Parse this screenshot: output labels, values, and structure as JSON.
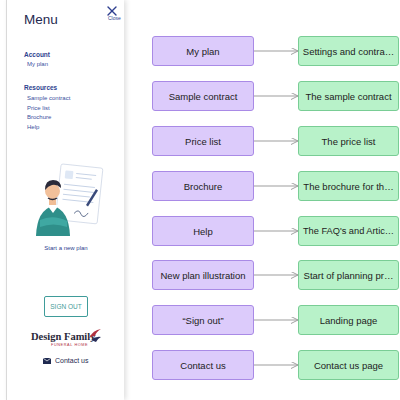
{
  "diagram": {
    "nodes": [
      {
        "text": [
          "Menu",
          "Close",
          "Account",
          "My plan",
          "Resources",
          "Sample contract",
          "Price list",
          "Brochure",
          "Help",
          "Start a new plan",
          "Design Family",
          "FUNERAL HOME",
          "Contact us"
        ]
      },
      {
        "text": [
          "SIGN OUT"
        ],
        "in": 0
      },
      {
        "text": [
          "My plan"
        ]
      },
      {
        "text": [
          "Settings and contra…"
        ]
      },
      {
        "text": [
          "Sample contract"
        ]
      },
      {
        "text": [
          "The sample contract"
        ]
      },
      {
        "text": [
          "Price list"
        ]
      },
      {
        "text": [
          "The price list"
        ]
      },
      {
        "text": [
          "Brochure"
        ]
      },
      {
        "text": [
          "The brochure for th…"
        ]
      },
      {
        "text": [
          "Help"
        ]
      },
      {
        "text": [
          "The FAQ's and Artic…"
        ]
      },
      {
        "text": [
          "New plan illustration"
        ]
      },
      {
        "text": [
          "Start of planning pr…"
        ]
      },
      {
        "text": [
          "“Sign out”"
        ]
      },
      {
        "text": [
          "Landing page"
        ]
      },
      {
        "text": [
          "Contact us"
        ]
      },
      {
        "text": [
          "Contact us page"
        ]
      }
    ],
    "edges": [
      {
        "from": 2,
        "to": 3,
        "arrow": "to"
      },
      {
        "from": 4,
        "to": 5,
        "arrow": "to"
      },
      {
        "from": 6,
        "to": 7,
        "arrow": "to"
      },
      {
        "from": 8,
        "to": 9,
        "arrow": "to"
      },
      {
        "from": 10,
        "to": 11,
        "arrow": "to"
      },
      {
        "from": 12,
        "to": 13,
        "arrow": "to"
      },
      {
        "from": 14,
        "to": 15,
        "arrow": "to"
      },
      {
        "from": 16,
        "to": 17,
        "arrow": "to"
      }
    ]
  }
}
